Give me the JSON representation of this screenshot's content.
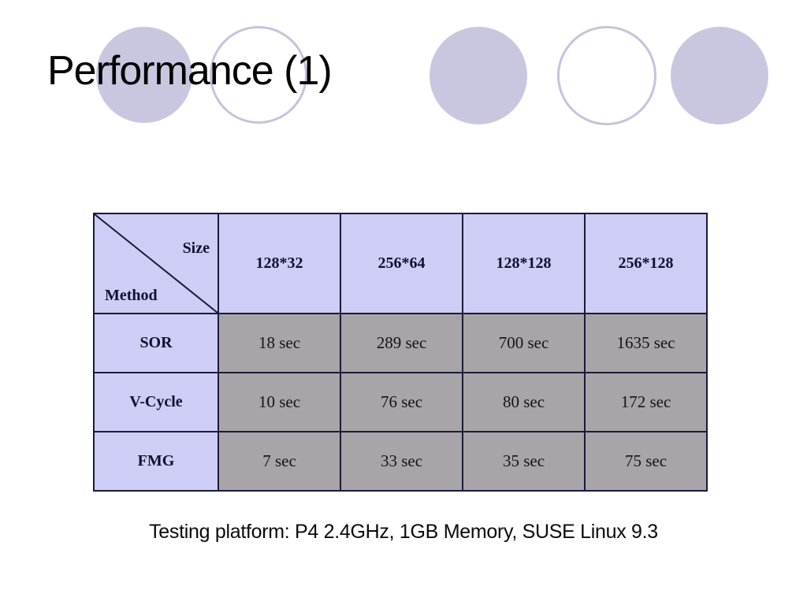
{
  "slide": {
    "title": "Performance (1)",
    "caption": "Testing platform: P4 2.4GHz, 1GB Memory, SUSE Linux 9.3"
  },
  "table": {
    "corner": {
      "top_right": "Size",
      "bottom_left": "Method"
    },
    "columns": [
      "128*32",
      "256*64",
      "128*128",
      "256*128"
    ],
    "rows": [
      {
        "method": "SOR",
        "values": [
          "18 sec",
          "289 sec",
          "700 sec",
          "1635 sec"
        ]
      },
      {
        "method": "V-Cycle",
        "values": [
          "10 sec",
          "76 sec",
          "80 sec",
          "172 sec"
        ]
      },
      {
        "method": "FMG",
        "values": [
          "7 sec",
          "33 sec",
          "35 sec",
          "75 sec"
        ]
      }
    ]
  },
  "colors": {
    "header_cell_bg": "#cdcdf5",
    "data_cell_bg": "#a9a4a7",
    "table_border": "#1b1b38",
    "circle_fill": "#c9c7e0",
    "circle_outline": "#c6c3de",
    "title_text": "#000000",
    "header_text": "#10102e"
  }
}
